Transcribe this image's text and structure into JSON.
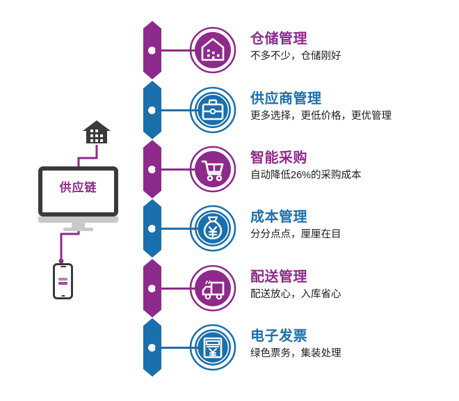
{
  "theme": {
    "purple": "#8e2a8b",
    "purple_dark": "#7d2472",
    "blue": "#1a6fad",
    "blue_dark": "#17628f",
    "text_dark": "#1c1c1c",
    "monitor_frame": "#3a3a3c",
    "monitor_base": "#c9c9c9",
    "wire": "#8e2a8b",
    "background": "#ffffff"
  },
  "illustration": {
    "monitor_label": "供应链",
    "house_icon_name": "warehouse-house-icon",
    "phone_icon_name": "mobile-phone-icon",
    "monitor_icon_name": "desktop-monitor-icon"
  },
  "items": [
    {
      "id": "warehouse",
      "title": "仓储管理",
      "subtitle": "不多不少，仓储刚好",
      "color": "#8e2a8b",
      "icon": "warehouse-icon"
    },
    {
      "id": "supplier",
      "title": "供应商管理",
      "subtitle": "更多选择，更低价格，更优管理",
      "color": "#1a6fad",
      "icon": "briefcase-icon"
    },
    {
      "id": "procurement",
      "title": "智能采购",
      "subtitle": "自动降低26%的采购成本",
      "color": "#8e2a8b",
      "icon": "shopping-cart-icon"
    },
    {
      "id": "cost",
      "title": "成本管理",
      "subtitle": "分分点点，厘厘在目",
      "color": "#1a6fad",
      "icon": "money-bag-icon"
    },
    {
      "id": "delivery",
      "title": "配送管理",
      "subtitle": "配送放心，入库省心",
      "color": "#8e2a8b",
      "icon": "delivery-truck-icon"
    },
    {
      "id": "invoice",
      "title": "电子发票",
      "subtitle": "绿色票务，集装处理",
      "color": "#1a6fad",
      "icon": "invoice-icon"
    }
  ]
}
